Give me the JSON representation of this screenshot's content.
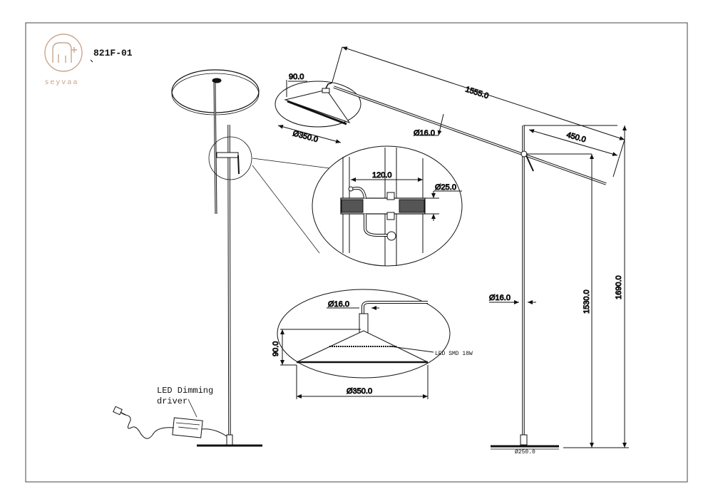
{
  "logo": {
    "brand_name": "seyvaa",
    "icon": "elephant-house-logo-icon",
    "color": "#c9a690"
  },
  "model": "821F-01",
  "labels": {
    "driver_line1": "LED Dimming",
    "driver_line2": "driver",
    "led_spec": "LED SMD 18W"
  },
  "dimensions": {
    "head_height_top": "90.0",
    "head_diameter_top": "Ø350.0",
    "arm_length": "1555.0",
    "arm_diameter": "Ø16.0",
    "rear_arm": "450.0",
    "clamp_width": "120.0",
    "clamp_diameter": "Ø25.0",
    "detail_pipe_diameter": "Ø16.0",
    "detail_head_height": "90.0",
    "detail_head_diameter": "Ø350.0",
    "pole_diameter": "Ø16.0",
    "pivot_height": "1530.0",
    "total_height": "1690.0",
    "base_diameter": "Ø250.0"
  }
}
